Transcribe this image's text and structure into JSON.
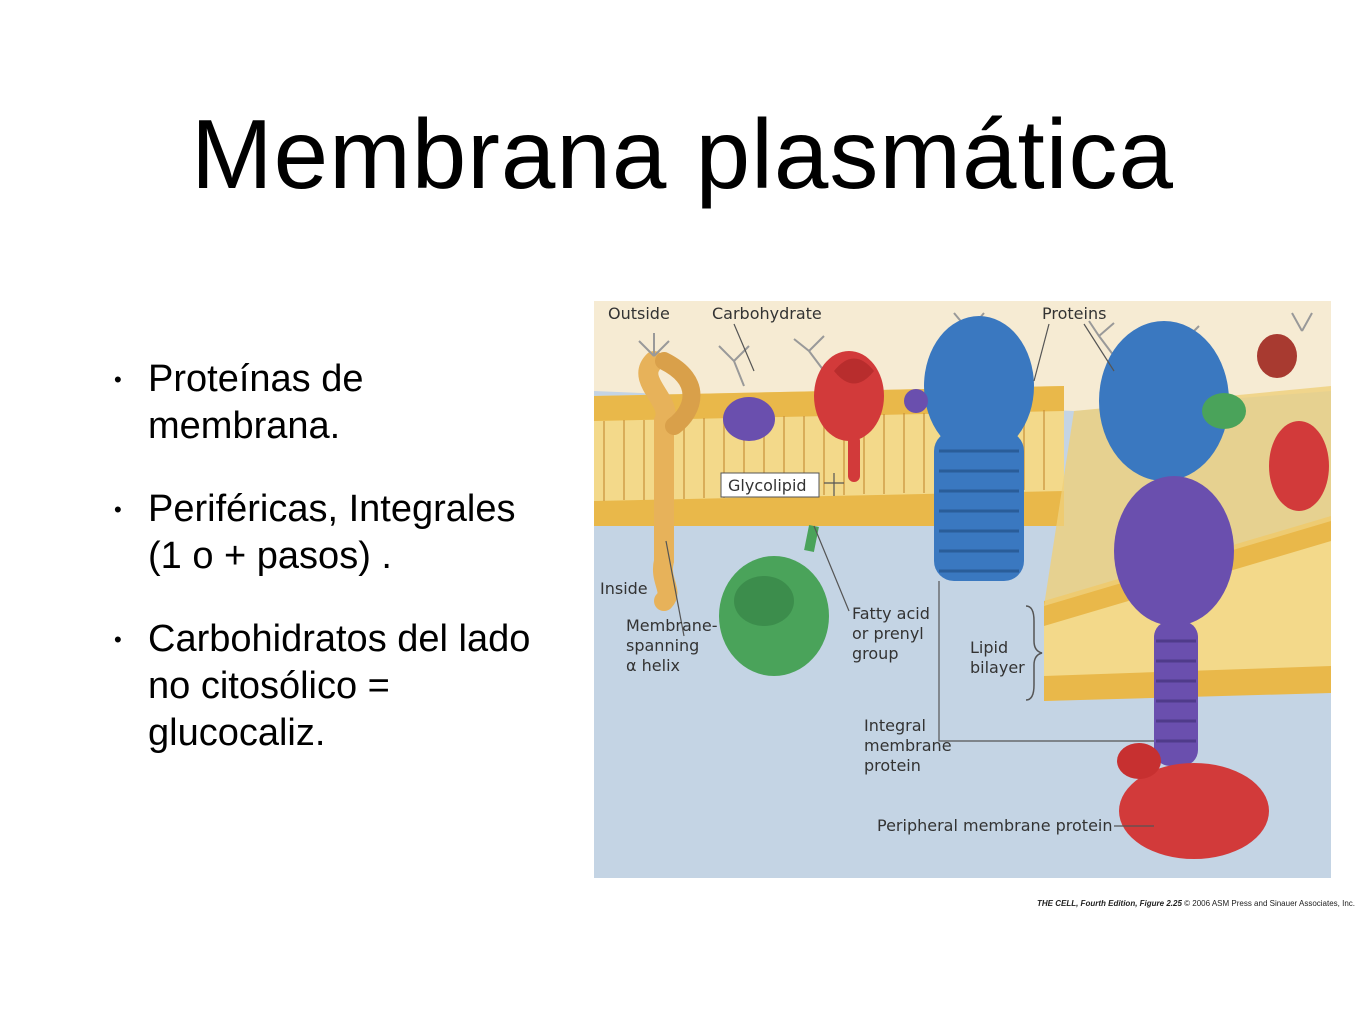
{
  "slide": {
    "title": "Membrana plasmática",
    "bullets": [
      "Proteínas de membrana.",
      "Periféricas, Integrales (1 o + pasos) .",
      "Carbohidratos del lado no citosólico = glucocaliz."
    ]
  },
  "figure": {
    "labels": {
      "outside": "Outside",
      "carbohydrate": "Carbohydrate",
      "proteins": "Proteins",
      "glycolipid": "Glycolipid",
      "inside": "Inside",
      "membrane_spanning": [
        "Membrane-",
        "spanning",
        "α helix"
      ],
      "fatty_acid": [
        "Fatty acid",
        "or prenyl",
        "group"
      ],
      "lipid_bilayer": [
        "Lipid",
        "bilayer"
      ],
      "integral_protein": [
        "Integral",
        "membrane",
        "protein"
      ],
      "peripheral_protein": "Peripheral membrane protein"
    },
    "colors": {
      "outside_bg": "#f6ebd3",
      "inside_bg": "#c4d4e4",
      "lipid_head": "#e9b84a",
      "lipid_tail": "#f3d98a",
      "protein_blue": "#3a78c0",
      "protein_purple": "#6a4fae",
      "protein_red": "#d23a3a",
      "protein_green": "#4aa35a",
      "protein_orange": "#e7b25a"
    }
  },
  "credit": {
    "source": "THE CELL, Fourth Edition, Figure 2.25",
    "copyright": "© 2006 ASM Press and Sinauer Associates, Inc."
  }
}
